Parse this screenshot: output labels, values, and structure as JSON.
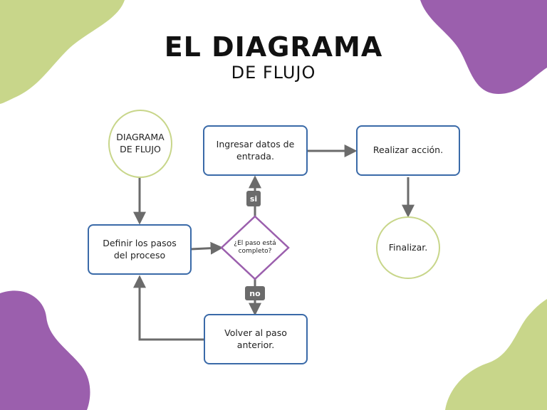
{
  "title": {
    "main": "EL DIAGRAMA",
    "sub": "DE FLUJO"
  },
  "colors": {
    "purple_blob": "#9b5fad",
    "green_blob": "#c8d68a",
    "box_border": "#3a6aa8",
    "decision_border": "#9b5fad",
    "connector": "#6b6b6b"
  },
  "nodes": {
    "start": "DIAGRAMA DE FLUJO",
    "define": "Definir los pasos del proceso",
    "input": "Ingresar datos de entrada.",
    "decision": "¿El paso está completo?",
    "action": "Realizar acción.",
    "back": "Volver al paso anterior.",
    "end": "Finalizar."
  },
  "labels": {
    "yes": "si",
    "no": "no"
  }
}
